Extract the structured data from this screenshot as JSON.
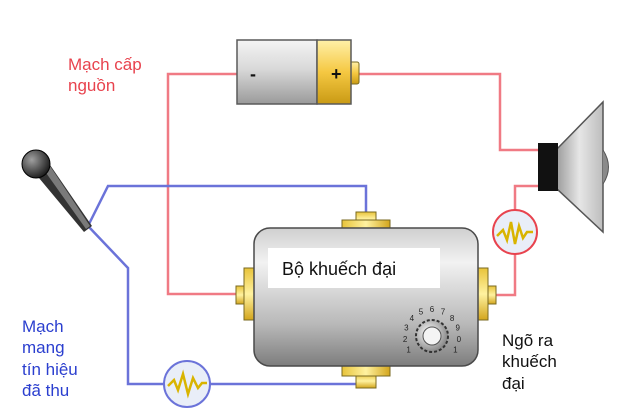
{
  "labels": {
    "power_circuit": "Mạch cấp\nnguồn",
    "amplifier": "Bộ khuếch đại",
    "signal_circuit": "Mạch\nmang\ntín hiệu\nđã thu",
    "output": "Ngõ ra\nkhuếch\nđại"
  },
  "battery": {
    "minus": "-",
    "plus": "+"
  },
  "dial_numbers": [
    "1",
    "2",
    "3",
    "4",
    "5",
    "6",
    "7",
    "8",
    "9",
    "0",
    "1"
  ],
  "colors": {
    "power_wire": "#f07a84",
    "signal_wire": "#6b73d9",
    "power_label": "#e8434e",
    "signal_label": "#2b3fcf"
  }
}
